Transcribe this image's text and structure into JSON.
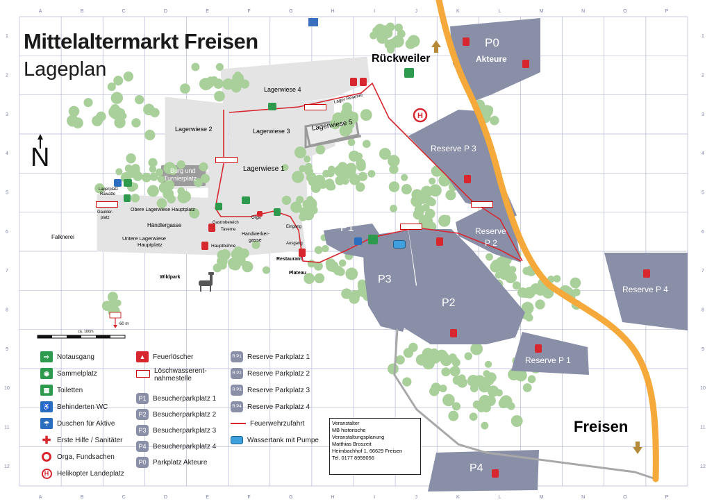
{
  "title": "Mittelaltermarkt Freisen",
  "subtitle": "Lageplan",
  "grid": {
    "columns": [
      "A",
      "B",
      "C",
      "D",
      "E",
      "F",
      "G",
      "H",
      "I",
      "J",
      "K",
      "L",
      "M",
      "N",
      "O",
      "P"
    ],
    "rows": [
      "1",
      "2",
      "3",
      "4",
      "5",
      "6",
      "7",
      "8",
      "9",
      "10",
      "11",
      "12"
    ]
  },
  "north_label": "N",
  "places": {
    "rueckweiler": "Rückweiler",
    "freisen": "Freisen",
    "lagerwiese4": "Lagerwiese 4",
    "lagerwiese3": "Lagerwiese 3",
    "lagerwiese2": "Lagerwiese 2",
    "lagerwiese1": "Lagerwiese 1",
    "lagerwiese5": "Lagerwiese 5",
    "lager_reserve": "Lager Reserve",
    "burg_1": "Burg und",
    "burg_2": "Turnierplatz",
    "obere": "Obere Lagerwiese Hauptplatz",
    "haendlergasse": "Händlergasse",
    "untere_1": "Untere Lagerwiese",
    "untere_2": "Hauptplatz",
    "gaukler_1": "Gaukler-",
    "gaukler_2": "platz",
    "lagerplatz_1": "Lagerplatz",
    "lagerplatz_2": "Rawatte",
    "falknerei": "Falknerei",
    "gastrobereich": "Gastrobereich",
    "orga": "Orga",
    "taverne": "Taverne",
    "handwerker_1": "Handwerker-",
    "handwerker_2": "gasse",
    "hauptbuehne": "Hauptbühne",
    "eingang": "Eingang",
    "ausgang": "Ausgang",
    "restaurant": "Restaurant",
    "plateau": "Plateau",
    "wildpark": "Wildpark",
    "scale": "ca. 100m",
    "dist": "60 m"
  },
  "parking": {
    "p0": "P0",
    "akteure": "Akteure",
    "p1": "P1",
    "p2": "P2",
    "p3": "P3",
    "p4": "P4",
    "rp1": "Reserve P 1",
    "rp2_1": "Reserve",
    "rp2_2": "P 2",
    "rp3": "Reserve P 3",
    "rp4": "Reserve P 4"
  },
  "legend": {
    "col1": [
      {
        "icon": "emergency-exit-icon",
        "label": "Notausgang"
      },
      {
        "icon": "assembly-point-icon",
        "label": "Sammelplatz"
      },
      {
        "icon": "toilet-icon",
        "label": "Toiletten"
      },
      {
        "icon": "wheelchair-icon",
        "label": "Behinderten WC"
      },
      {
        "icon": "shower-icon",
        "label": "Duschen für Aktive"
      },
      {
        "icon": "first-aid-icon",
        "label": "Erste Hilfe / Sanitäter"
      },
      {
        "icon": "orga-icon",
        "label": "Orga, Fundsachen"
      },
      {
        "icon": "helipad-icon",
        "label": "Helikopter Landeplatz"
      }
    ],
    "col2": [
      {
        "icon": "fire-extinguisher-icon",
        "label": "Feuerlöscher"
      },
      {
        "icon": "hydrant-icon",
        "label": "Löschwasserent-",
        "label2": "nahmestelle"
      },
      {
        "icon": "parking-p1-icon",
        "sym": "P1",
        "label": "Besucherparkplatz 1"
      },
      {
        "icon": "parking-p2-icon",
        "sym": "P2",
        "label": "Besucherparkplatz 2"
      },
      {
        "icon": "parking-p3-icon",
        "sym": "P3",
        "label": "Besucherparkplatz 3"
      },
      {
        "icon": "parking-p4-icon",
        "sym": "P4",
        "label": "Besucherparkplatz 4"
      },
      {
        "icon": "parking-p0-icon",
        "sym": "P0",
        "label": "Parkplatz Akteure"
      }
    ],
    "col3": [
      {
        "icon": "reserve-rp1-icon",
        "sym": "R P1",
        "label": "Reserve Parkplatz 1"
      },
      {
        "icon": "reserve-rp2-icon",
        "sym": "R P2",
        "label": "Reserve Parkplatz 2"
      },
      {
        "icon": "reserve-rp3-icon",
        "sym": "R P3",
        "label": "Reserve Parkplatz 3"
      },
      {
        "icon": "reserve-rp4-icon",
        "sym": "R P4",
        "label": "Reserve Parkplatz 4"
      },
      {
        "icon": "fire-lane-icon",
        "label": "Feuerwehrzufahrt"
      },
      {
        "icon": "water-tank-icon",
        "label": "Wassertank mit Pumpe"
      }
    ]
  },
  "contact": {
    "line1": "Veranstalter",
    "line2": "MB historische Veranstaltungsplanung",
    "line3": "Matthias Broszeit",
    "line4": "Heimbachhof 1, 66629 Freisen",
    "line5": "Tel. 0177 8959056"
  },
  "colors": {
    "parking": "#8a8fa8",
    "road": "#f4a93a",
    "meadow": "#e4e4e4",
    "trees": "#a9cf9a",
    "fire_lane": "#d7262e",
    "grid": "#b5b9d8"
  }
}
